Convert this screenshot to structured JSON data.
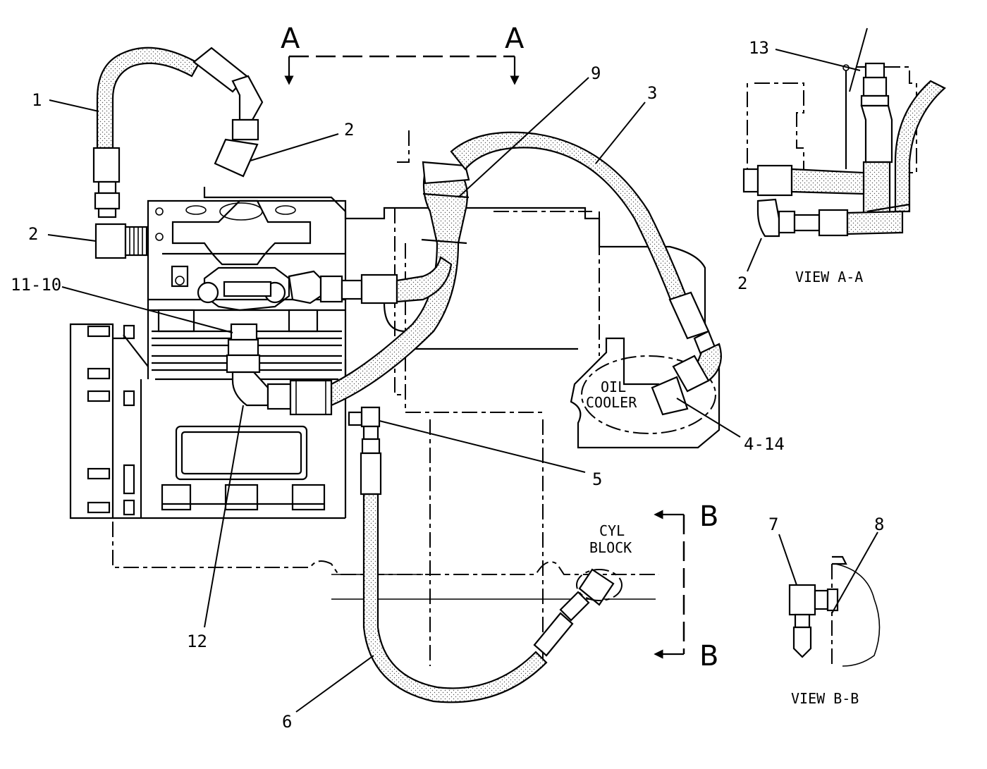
{
  "section_markers": {
    "a_left": "A",
    "a_right": "A",
    "b_top": "B",
    "b_bottom": "B"
  },
  "labels": {
    "oil_cooler_line1": "OIL",
    "oil_cooler_line2": "COOLER",
    "cyl_block_line1": "CYL",
    "cyl_block_line2": "BLOCK",
    "view_a": "VIEW  A-A",
    "view_b": "VIEW  B-B"
  },
  "callouts": {
    "c1": "1",
    "c2_top": "2",
    "c2_left": "2",
    "c3": "3",
    "c9": "9",
    "c11_10": "11-10",
    "c4_14": "4-14",
    "c5": "5",
    "c12": "12",
    "c6": "6",
    "c13": "13",
    "c2_view_a": "2",
    "c7": "7",
    "c8": "8"
  }
}
